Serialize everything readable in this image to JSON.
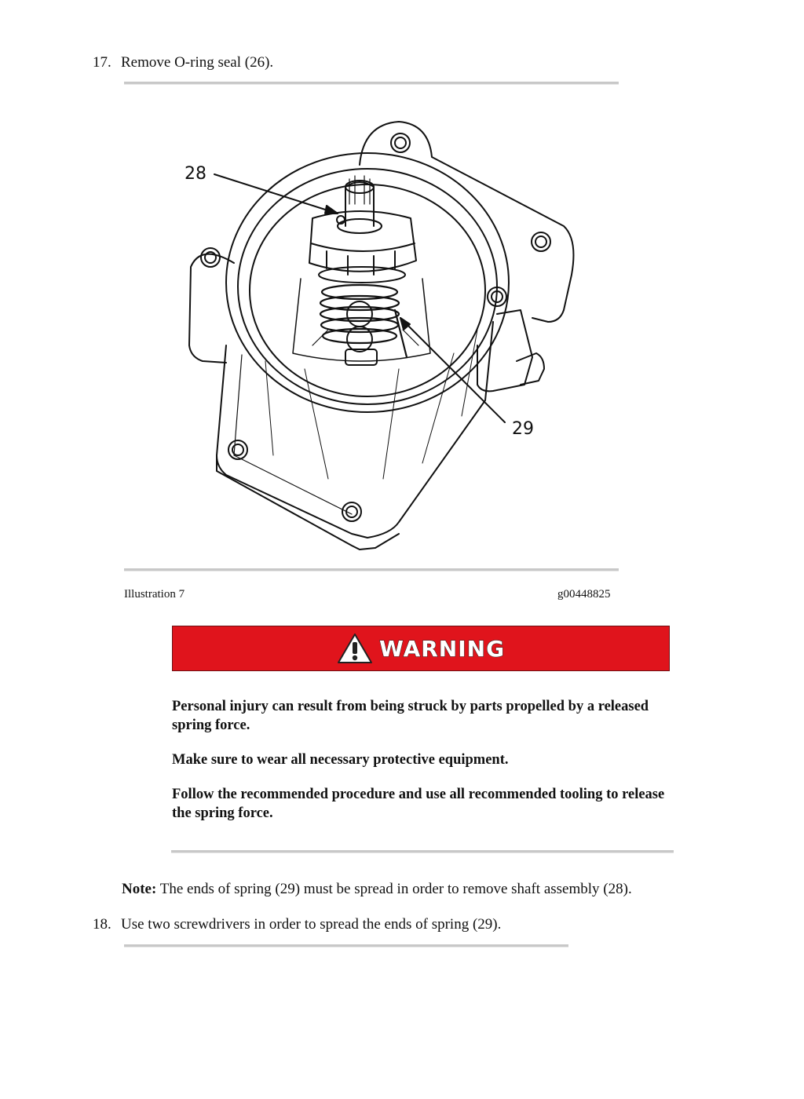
{
  "steps": [
    {
      "number": "17.",
      "text": "Remove O-ring seal (26)."
    },
    {
      "number": "18.",
      "text": "Use two screwdrivers in order to spread the ends of spring (29)."
    }
  ],
  "figure": {
    "callouts": [
      "28",
      "29"
    ],
    "caption_left": "Illustration 7",
    "caption_right": "g00448825"
  },
  "warning": {
    "label": "WARNING",
    "icon": "warning-triangle-icon",
    "color": "#e0141c",
    "paragraphs": [
      "Personal injury can result from being struck by parts propelled by a released spring force.",
      "Make sure to wear all necessary protective equipment.",
      "Follow the recommended procedure and use all recommended tooling to release the spring force."
    ]
  },
  "note": {
    "label": "Note:",
    "text": " The ends of spring (29) must be spread in order to remove shaft assembly (28)."
  }
}
